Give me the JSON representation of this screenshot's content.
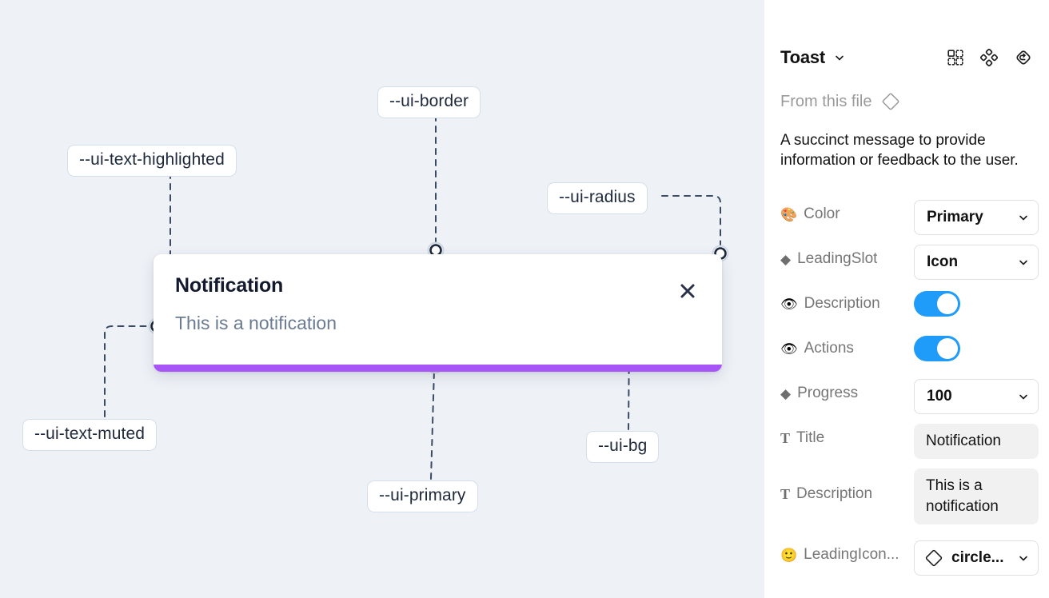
{
  "canvas": {
    "background_color": "#eef2f7",
    "toast": {
      "title": "Notification",
      "description": "This is a notification",
      "close_icon": "close-icon",
      "progress_color": "#a855f7",
      "progress_percent": 100
    },
    "annotations": [
      {
        "id": "ui-text-highlighted",
        "label": "--ui-text-highlighted"
      },
      {
        "id": "ui-border",
        "label": "--ui-border"
      },
      {
        "id": "ui-radius",
        "label": "--ui-radius"
      },
      {
        "id": "ui-text-muted",
        "label": "--ui-text-muted"
      },
      {
        "id": "ui-primary",
        "label": "--ui-primary"
      },
      {
        "id": "ui-bg",
        "label": "--ui-bg"
      }
    ]
  },
  "panel": {
    "title": "Toast",
    "header_icons": [
      {
        "name": "component-variant-icon"
      },
      {
        "name": "component-set-icon"
      },
      {
        "name": "reset-instance-icon"
      }
    ],
    "source_label": "From this file",
    "source_icon": "component-diamond-icon",
    "description": "A succinct message to provide information or feedback to the user.",
    "properties": [
      {
        "icon": "palette-emoji",
        "glyph": "🎨",
        "label": "Color",
        "control": "select",
        "value": "Primary"
      },
      {
        "icon": "diamond-glyph",
        "glyph": "◆",
        "label": "LeadingSlot",
        "control": "select",
        "value": "Icon"
      },
      {
        "icon": "eye-emoji",
        "glyph": "👁",
        "label": "Description",
        "control": "toggle",
        "value": "on"
      },
      {
        "icon": "eye-emoji",
        "glyph": "👁",
        "label": "Actions",
        "control": "toggle",
        "value": "on"
      },
      {
        "icon": "diamond-glyph",
        "glyph": "◆",
        "label": "Progress",
        "control": "select",
        "value": "100"
      },
      {
        "icon": "text-glyph",
        "glyph": "T",
        "label": "Title",
        "control": "textfield",
        "value": "Notification"
      },
      {
        "icon": "text-glyph",
        "glyph": "T",
        "label": "Description",
        "control": "textfield",
        "value": "This is a notification"
      },
      {
        "icon": "smiley-emoji",
        "glyph": "🙂",
        "label": "LeadingIcon...",
        "control": "select-with-icon",
        "value": "circle..."
      }
    ],
    "accent_color": "#1f9cf9"
  }
}
